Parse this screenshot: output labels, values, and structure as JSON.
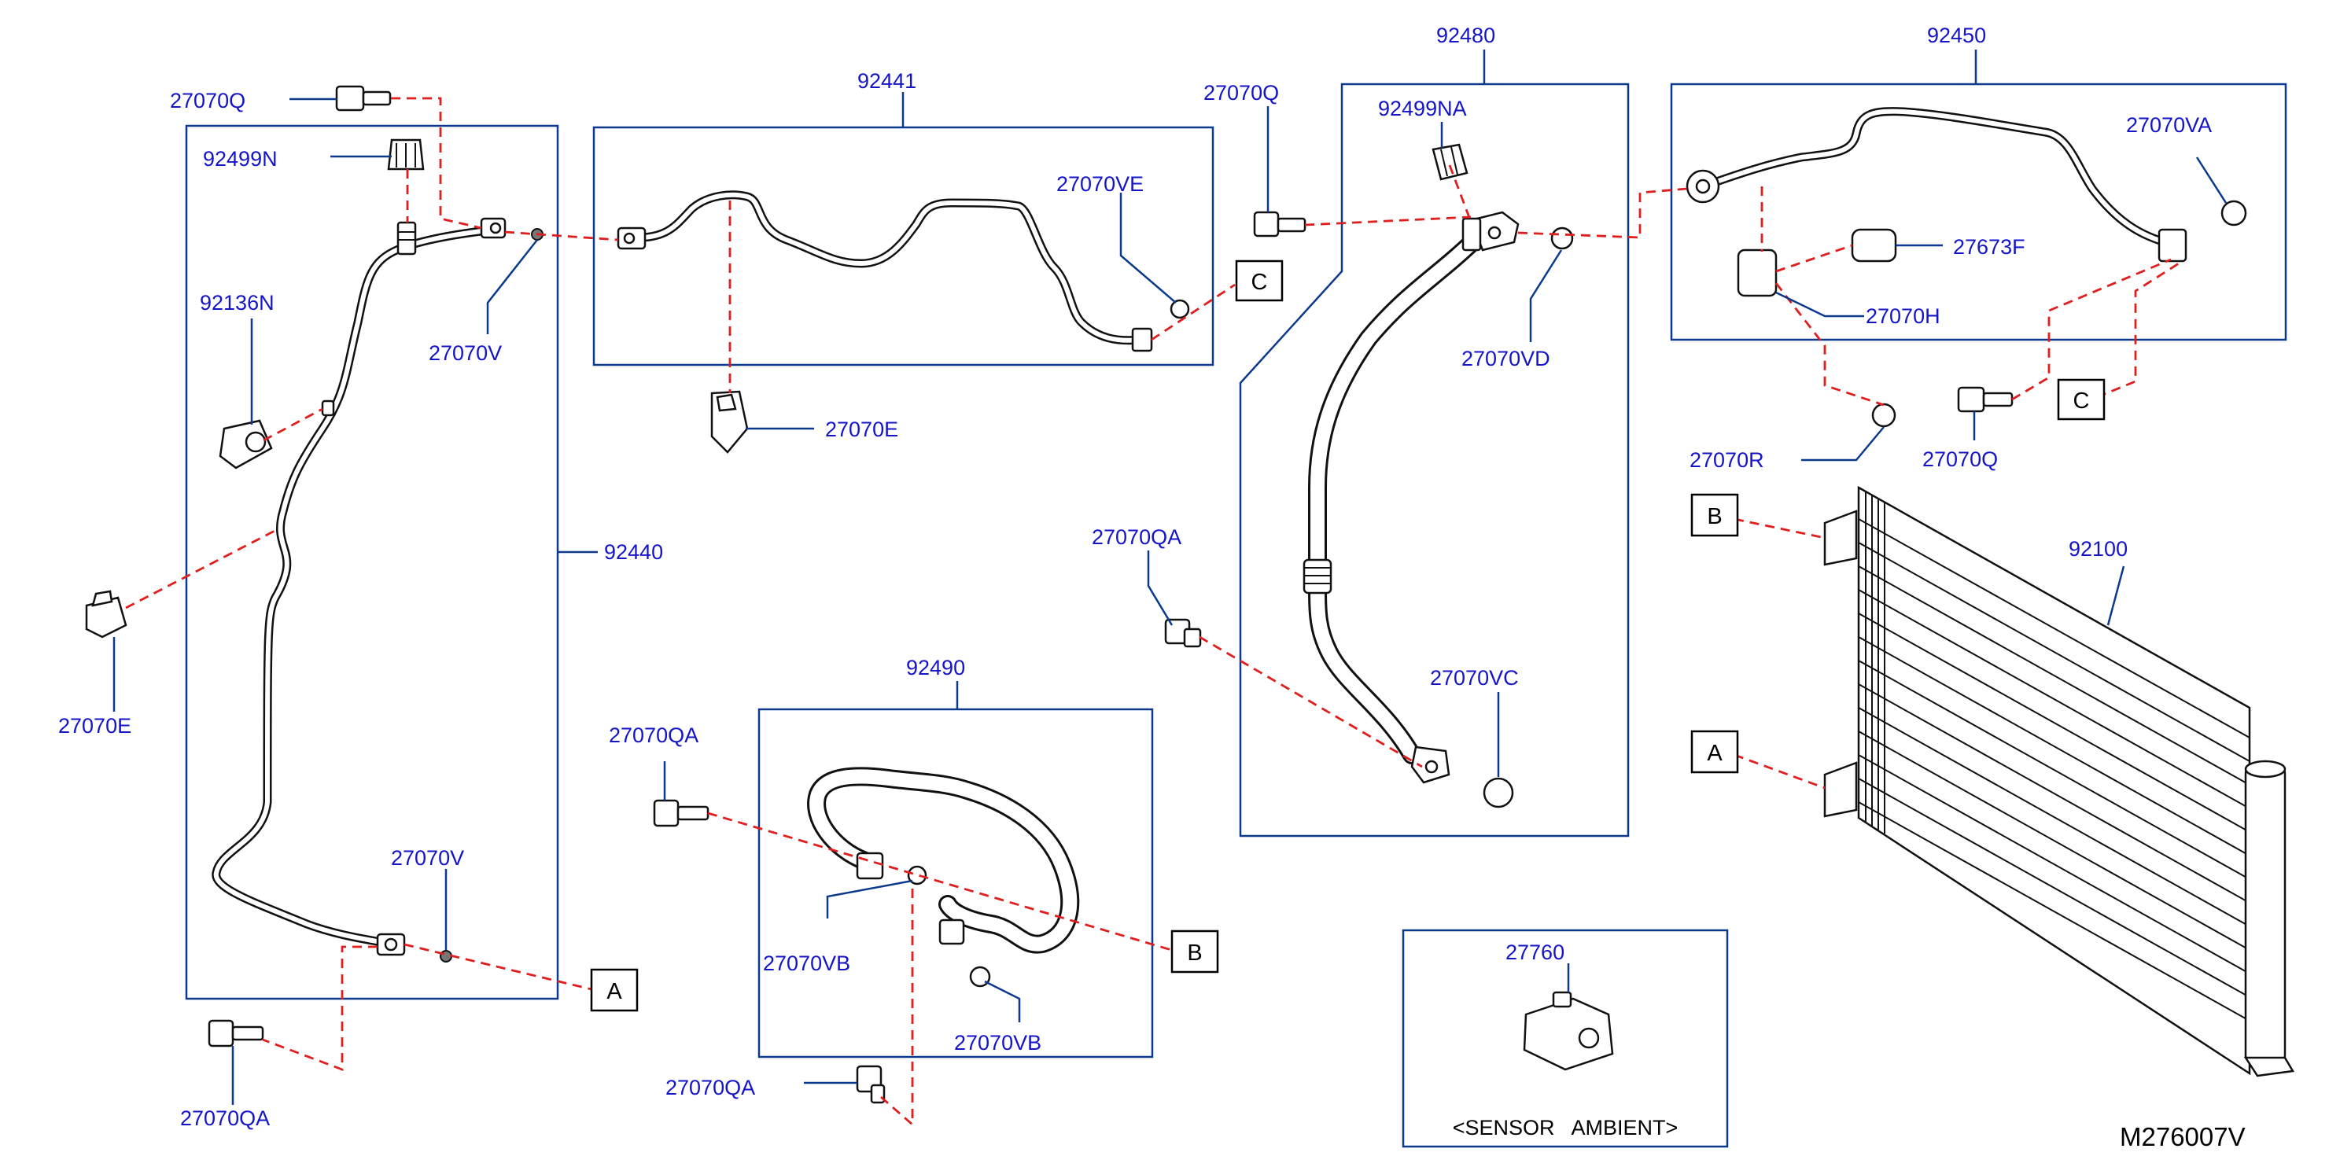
{
  "diagram_code": "M276007V",
  "sensor_caption": "<SENSOR   AMBIENT>",
  "reference_letters": {
    "a": "A",
    "b": "B",
    "c": "C"
  },
  "part_numbers": {
    "p27070Q_top_left": "27070Q",
    "p92499N": "92499N",
    "p92136N": "92136N",
    "p27070V_top": "27070V",
    "p92441": "92441",
    "p27070VE": "27070VE",
    "p27070E_mid": "27070E",
    "p92440": "92440",
    "p27070E_left": "27070E",
    "p27070V_bottom": "27070V",
    "p27070QA_bottom_left": "27070QA",
    "p27070QA_mid_left": "27070QA",
    "p92490": "92490",
    "p27070VB_1": "27070VB",
    "p27070VB_2": "27070VB",
    "p27070QA_bottom_mid": "27070QA",
    "p27070Q_mid": "27070Q",
    "p92480": "92480",
    "p92499NA": "92499NA",
    "p27070VD": "27070VD",
    "p27070QA_mid": "27070QA",
    "p27070VC": "27070VC",
    "p92450": "92450",
    "p27070VA": "27070VA",
    "p27673F": "27673F",
    "p27070H": "27070H",
    "p27070R": "27070R",
    "p27070Q_right": "27070Q",
    "p92100": "92100",
    "p27760": "27760"
  },
  "colors": {
    "label_text": "#1414c8",
    "frame_lines": "#0b3a8c",
    "dashed_connectors": "#e01e1e",
    "part_outline": "#111111"
  }
}
